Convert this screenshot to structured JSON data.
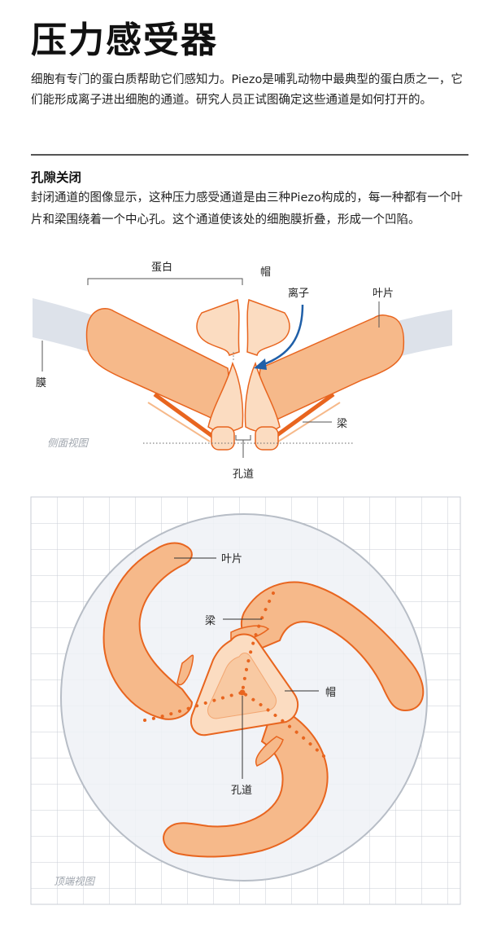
{
  "header": {
    "title": "压力感受器",
    "intro": "细胞有专门的蛋白质帮助它们感知力。Piezo是哺乳动物中最典型的蛋白质之一，它们能形成离子进出细胞的通道。研究人员正试图确定这些通道是如何打开的。"
  },
  "section": {
    "title": "孔隙关闭",
    "text": "封闭通道的图像显示，这种压力感受通道是由三种Piezo构成的，每一种都有一个叶片和梁围绕着一个中心孔。这个通道使该处的细胞膜折叠，形成一个凹陷。"
  },
  "side_view": {
    "caption": "侧面视图",
    "labels": {
      "protein": "蛋白",
      "cap": "帽",
      "ion": "离子",
      "blade": "叶片",
      "membrane": "膜",
      "beam": "梁",
      "pore": "孔道"
    }
  },
  "top_view": {
    "caption": "顶端视图",
    "labels": {
      "blade": "叶片",
      "beam": "梁",
      "cap": "帽",
      "pore": "孔道"
    }
  },
  "colors": {
    "protein_fill": "#f6b98a",
    "protein_stroke": "#e8651f",
    "cap_fill": "#fbdcc1",
    "membrane": "#dde2ea",
    "ion_arrow": "#1f5fa8",
    "grid": "#c9ced6"
  }
}
